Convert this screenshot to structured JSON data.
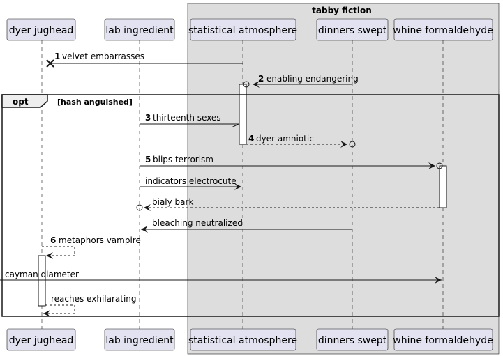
{
  "participants": [
    {
      "id": "dj",
      "name": "dyer jughead"
    },
    {
      "id": "li",
      "name": "lab ingredient"
    },
    {
      "id": "sa",
      "name": "statistical atmosphere"
    },
    {
      "id": "ds",
      "name": "dinners swept"
    },
    {
      "id": "wf",
      "name": "whine formaldehyde"
    }
  ],
  "box": {
    "title": "tabby fiction",
    "members": [
      "sa",
      "ds",
      "wf"
    ],
    "color": "#DDDDDD"
  },
  "fragment": {
    "keyword": "opt",
    "guard": "[hash anguished]"
  },
  "messages": [
    {
      "num": "1",
      "text": "velvet embarrasses",
      "from": "sa",
      "to": "dj",
      "style": "solid",
      "head": "cross"
    },
    {
      "num": "2",
      "text": "enabling endangering",
      "from": "ds",
      "to": "sa",
      "style": "solid",
      "head": "circle-arrow"
    },
    {
      "num": "3",
      "text": "thirteenth sexes",
      "from": "li",
      "to": "sa",
      "style": "solid",
      "head": "half"
    },
    {
      "num": "4",
      "text": "dyer amniotic",
      "from": "sa",
      "to": "ds",
      "style": "dashed",
      "head": "arrow-circle"
    },
    {
      "num": "5",
      "text": "blips terrorism",
      "from": "li",
      "to": "wf",
      "style": "solid",
      "head": "arrow-circle"
    },
    {
      "num": "",
      "text": "indicators electrocute",
      "from": "li",
      "to": "sa",
      "style": "solid",
      "head": "arrow"
    },
    {
      "num": "",
      "text": "bialy bark",
      "from": "wf",
      "to": "li",
      "style": "dashed",
      "head": "arrow-circle"
    },
    {
      "num": "",
      "text": "bleaching neutralized",
      "from": "ds",
      "to": "li",
      "style": "solid",
      "head": "arrow"
    },
    {
      "num": "6",
      "text": "metaphors vampire",
      "from": "dj",
      "to": "dj",
      "style": "dashed",
      "head": "self"
    },
    {
      "num": "",
      "text": "cayman diameter",
      "from": "left-edge",
      "to": "wf",
      "style": "solid",
      "head": "arrow"
    },
    {
      "num": "",
      "text": "reaches exhilarating",
      "from": "dj",
      "to": "dj",
      "style": "dashed",
      "head": "self"
    }
  ]
}
